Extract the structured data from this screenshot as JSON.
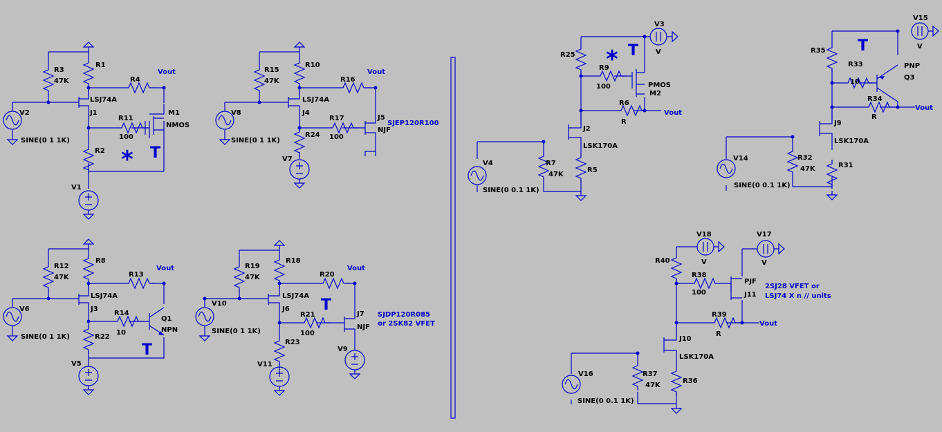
{
  "colors": {
    "background": "#c0c0c0",
    "wire": "#0000cc",
    "text": "#000000"
  },
  "marks": {
    "asterisk": "*",
    "t": "T"
  },
  "net": {
    "vout": "Vout"
  },
  "c1": {
    "r1": "R1",
    "r2": "R2",
    "r3": "R3",
    "r3v": "47K",
    "r4": "R4",
    "r11": "R11",
    "r11v": "100",
    "v1": "V1",
    "v2": "V2",
    "v2v": "SINE(0 1 1K)",
    "j1": "J1",
    "j1t": "LSJ74A",
    "m1": "M1",
    "m1t": "NMOS"
  },
  "c2": {
    "r10": "R10",
    "r15": "R15",
    "r15v": "47K",
    "r16": "R16",
    "r17": "R17",
    "r17v": "100",
    "r24": "R24",
    "v7": "V7",
    "v8": "V8",
    "v8v": "SINE(0 1 1K)",
    "j4": "J4",
    "j4t": "LSJ74A",
    "j5": "J5",
    "j5t": "NJF",
    "note": "SJEP120R100"
  },
  "c3": {
    "r8": "R8",
    "r12": "R12",
    "r12v": "47K",
    "r13": "R13",
    "r14": "R14",
    "r14v": "10",
    "r22": "R22",
    "v5": "V5",
    "v6": "V6",
    "v6v": "SINE(0 1 1K)",
    "j3": "J3",
    "j3t": "LSJ74A",
    "q1": "Q1",
    "q1t": "NPN"
  },
  "c4": {
    "r18": "R18",
    "r19": "R19",
    "r19v": "47K",
    "r20": "R20",
    "r21": "R21",
    "r21v": "100",
    "r23": "R23",
    "v9": "V9",
    "v10": "V10",
    "v10v": "SINE(0 1 1K)",
    "v11": "V11",
    "j6": "J6",
    "j6t": "LSJ74A",
    "j7": "J7",
    "j7t": "NJF",
    "note1": "SJDP120R085",
    "note2": "or 2SK82 VFET"
  },
  "c5": {
    "r25": "R25",
    "r9": "R9",
    "r9v": "100",
    "r6": "R6",
    "r6v": "R",
    "r7": "R7",
    "r7v": "47K",
    "r5": "R5",
    "v3": "V3",
    "v3v": "V",
    "v4": "V4",
    "v4v": "SINE(0 0.1 1K)",
    "j2": "J2",
    "j2t": "LSK170A",
    "m2": "M2",
    "m2t": "PMOS"
  },
  "c6": {
    "r35": "R35",
    "r33": "R33",
    "r33v": "10",
    "r34": "R34",
    "r34v": "R",
    "r32": "R32",
    "r32v": "47K",
    "r31": "R31",
    "v15": "V15",
    "v15v": "V",
    "v14": "V14",
    "v14v": "SINE(0 0.1 1K)",
    "j9": "J9",
    "j9t": "LSK170A",
    "q3": "Q3",
    "q3t": "PNP"
  },
  "c7": {
    "r40": "R40",
    "r38": "R38",
    "r38v": "100",
    "r39": "R39",
    "r39v": "R",
    "r37": "R37",
    "r37v": "47K",
    "r36": "R36",
    "v18": "V18",
    "v18v": "V",
    "v17": "V17",
    "v17v": "V",
    "v16": "V16",
    "v16v": "SINE(0 0.1 1K)",
    "j10": "J10",
    "j10t": "LSK170A",
    "j11": "J11",
    "j11t": "PJF",
    "note1": "2SJ28  VFET or",
    "note2": "LSJ74 X  n // units"
  }
}
